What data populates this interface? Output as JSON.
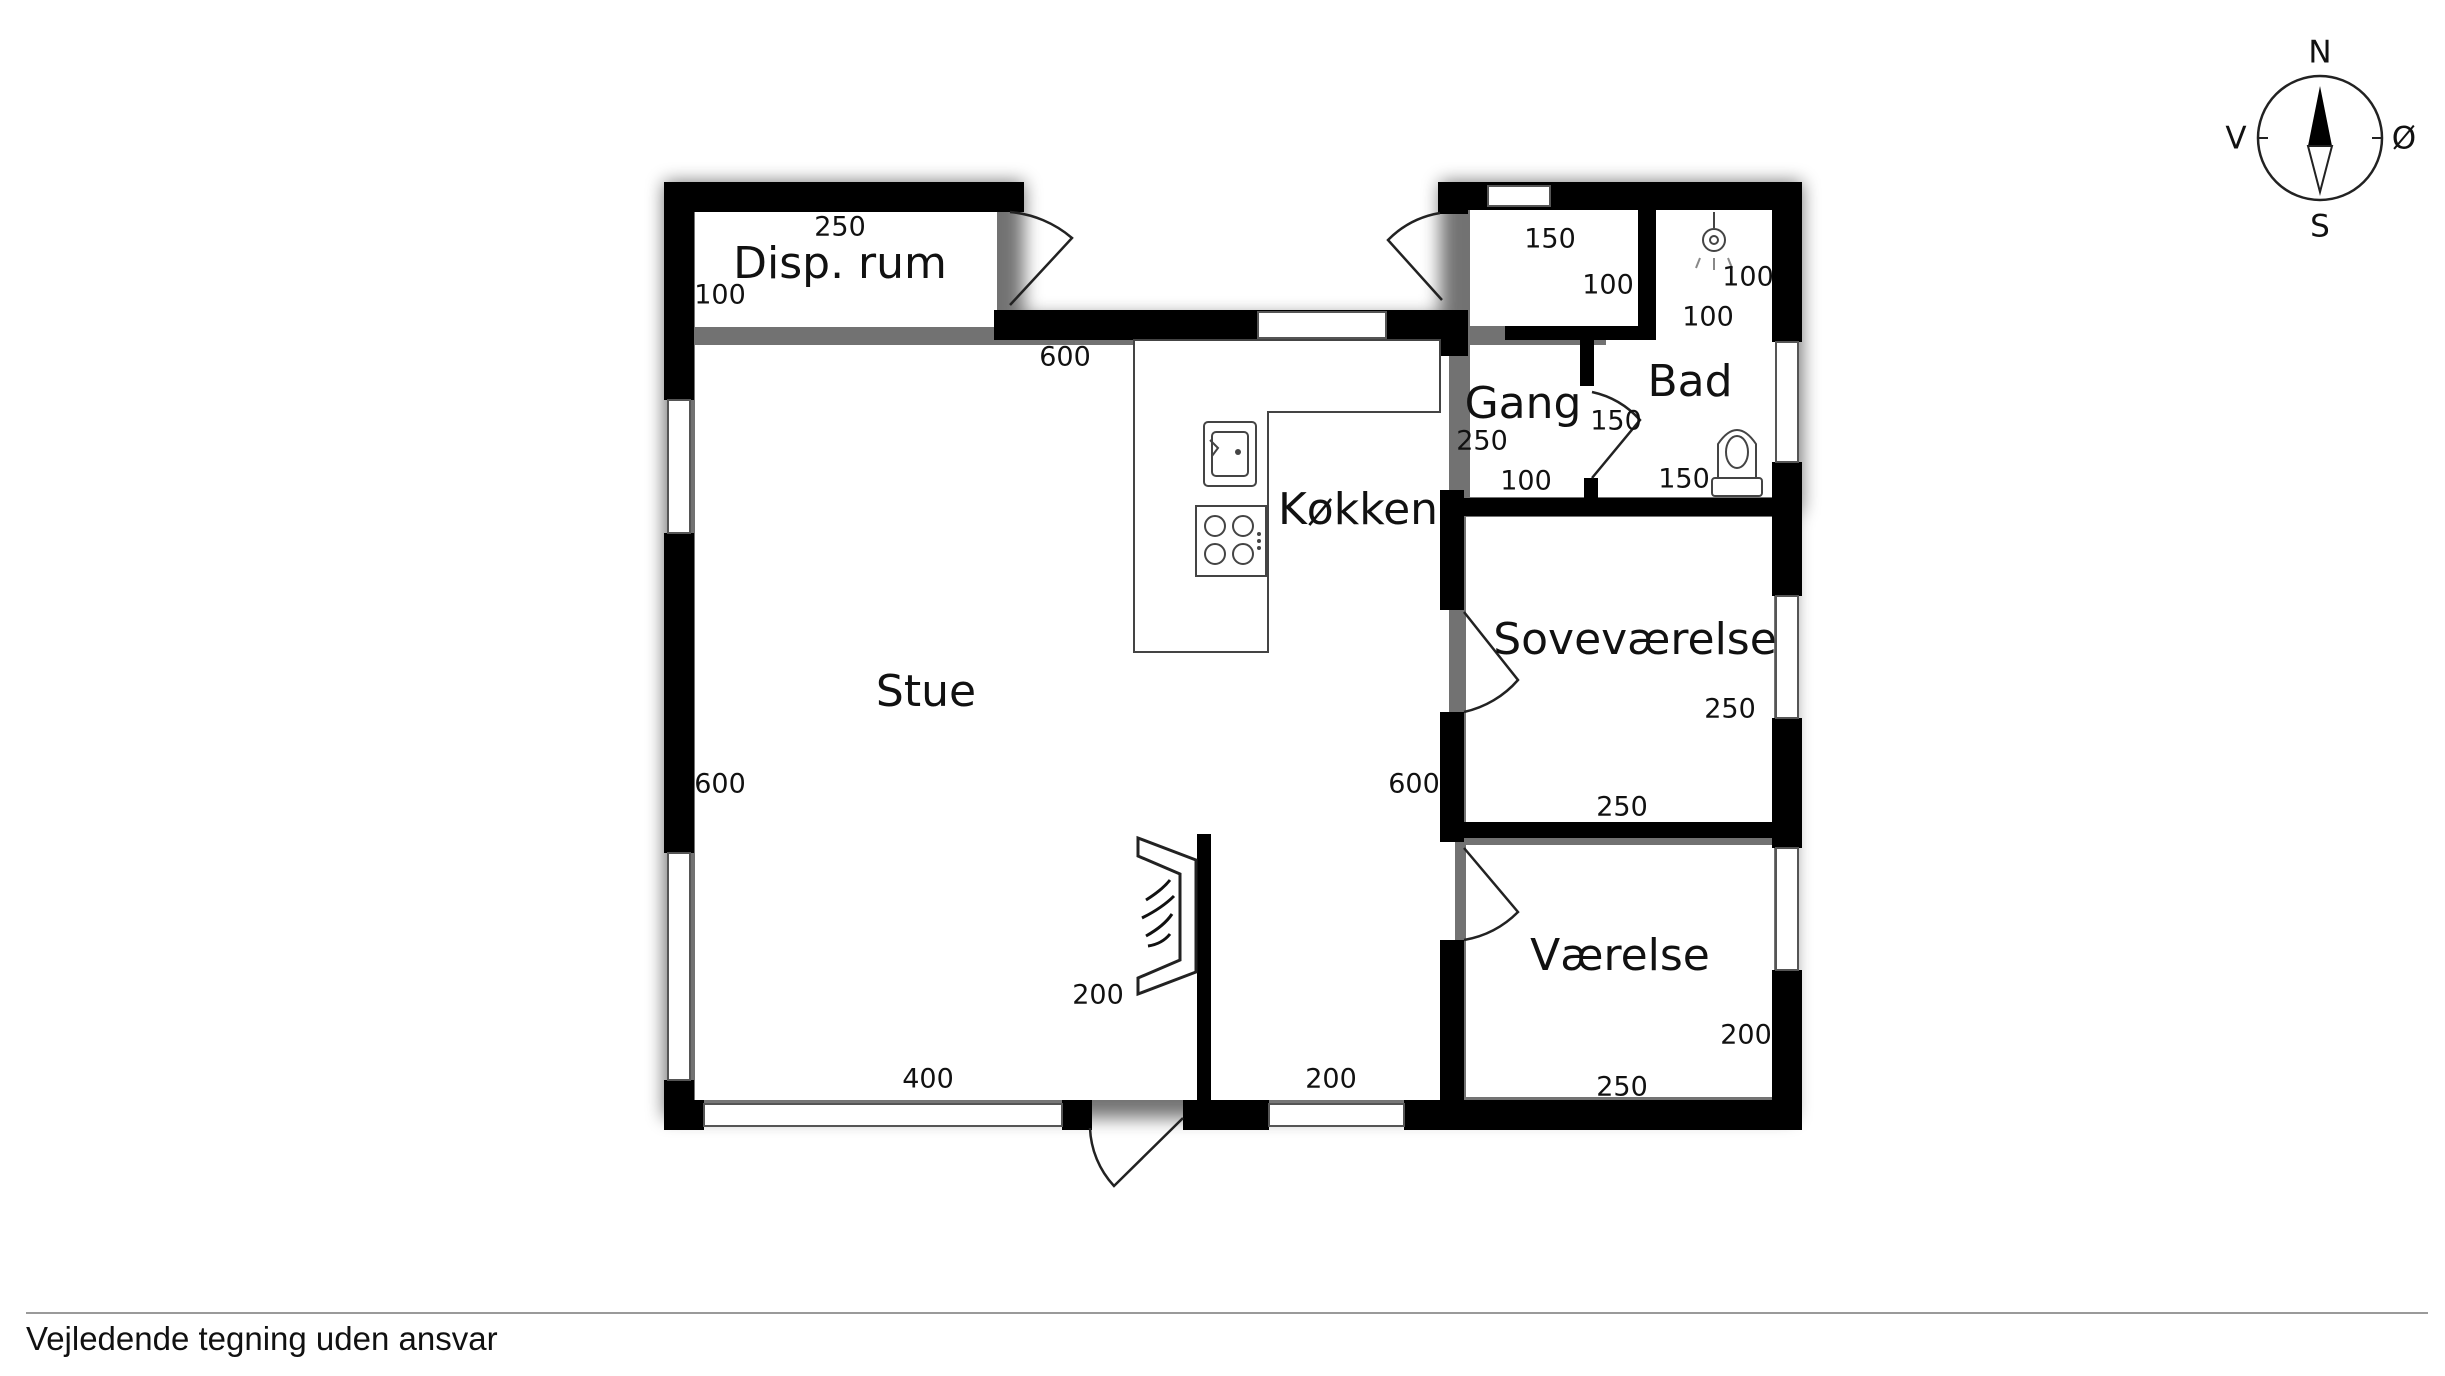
{
  "rooms": {
    "disp_rum": "Disp. rum",
    "gang": "Gang",
    "bad": "Bad",
    "koekken": "Køkken",
    "stue": "Stue",
    "sovevaerelse": "Soveværelse",
    "vaerelse": "Værelse"
  },
  "dimensions": {
    "disp_width": "250",
    "disp_depth": "100",
    "hall_width": "150",
    "hall_depth": "100",
    "bad_depth_a": "100",
    "bad_depth_b": "100",
    "stue_top": "600",
    "gang_width": "250",
    "gang_depth": "150",
    "gang_bottom": "100",
    "bad_width": "150",
    "soveroom_depth": "250",
    "soveroom_width": "250",
    "stue_left": "600",
    "kitchen_right": "600",
    "entrance_depth": "200",
    "stue_bottom": "400",
    "entrance_width": "200",
    "vaerelse_depth": "200",
    "vaerelse_width": "250"
  },
  "compass": {
    "north": "N",
    "south": "S",
    "east": "Ø",
    "west": "V"
  },
  "footer": {
    "disclaimer": "Vejledende tegning uden ansvar"
  },
  "colors": {
    "wall": "#000000",
    "background": "#ffffff"
  }
}
